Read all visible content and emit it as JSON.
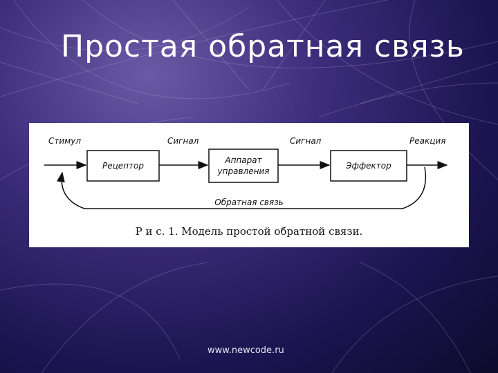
{
  "slide": {
    "title": "Простая обратная связь",
    "footer": "www.newcode.ru"
  },
  "diagram": {
    "labels": {
      "stimulus": "Стимул",
      "signal_1": "Сигнал",
      "signal_2": "Сигнал",
      "reaction": "Реакция",
      "feedback": "Обратная связь"
    },
    "boxes": {
      "receptor": "Рецептор",
      "control_line1": "Аппарат",
      "control_line2": "управления",
      "effector": "Эффектор"
    },
    "caption": "Р и с.  1.  Модель простой обратной связи."
  }
}
